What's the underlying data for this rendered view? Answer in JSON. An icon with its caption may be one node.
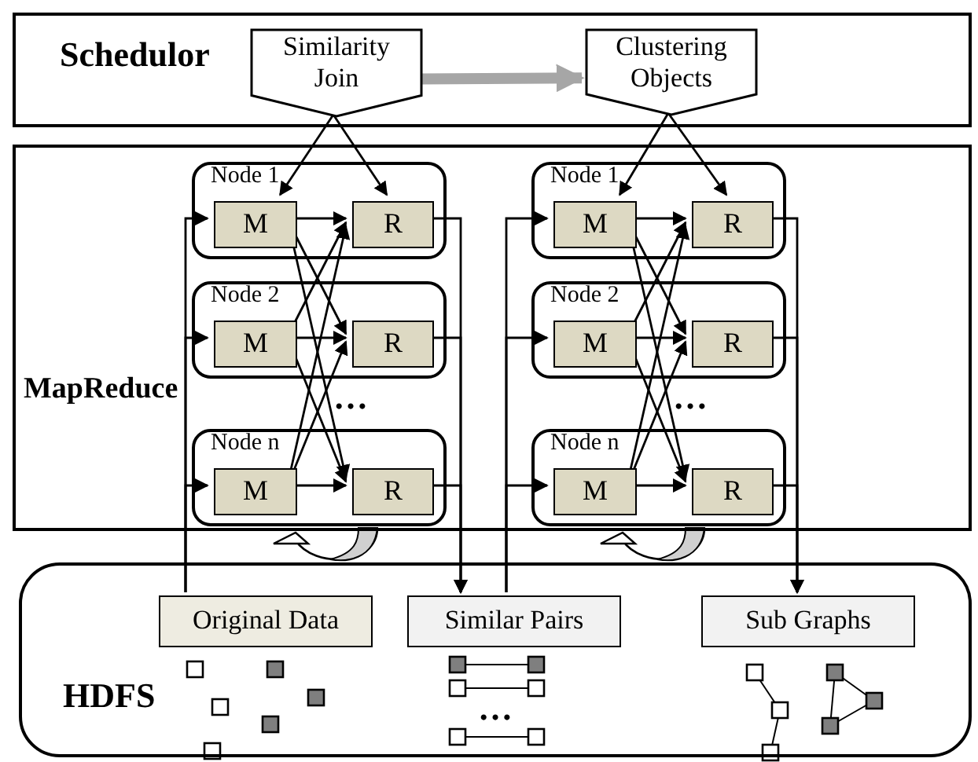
{
  "diagram": {
    "nodes": [
      {
        "text": [
          "Schedulor"
        ]
      },
      {
        "text": [
          "Similarity Join"
        ],
        "in": 0
      },
      {
        "text": [
          "Clustering Objects"
        ],
        "in": 0
      },
      {
        "text": [
          "MapReduce"
        ]
      },
      {
        "text": [
          "Node 1"
        ],
        "in": 3
      },
      {
        "text": [
          "M"
        ],
        "in": 4
      },
      {
        "text": [
          "R"
        ],
        "in": 4
      },
      {
        "text": [
          "Node 2"
        ],
        "in": 3
      },
      {
        "text": [
          "M"
        ],
        "in": 7
      },
      {
        "text": [
          "R"
        ],
        "in": 7
      },
      {
        "text": [
          "Node n"
        ],
        "in": 3
      },
      {
        "text": [
          "M"
        ],
        "in": 10
      },
      {
        "text": [
          "R"
        ],
        "in": 10
      },
      {
        "text": [
          "Node 1"
        ],
        "in": 3
      },
      {
        "text": [
          "M"
        ],
        "in": 13
      },
      {
        "text": [
          "R"
        ],
        "in": 13
      },
      {
        "text": [
          "Node 2"
        ],
        "in": 3
      },
      {
        "text": [
          "M"
        ],
        "in": 16
      },
      {
        "text": [
          "R"
        ],
        "in": 16
      },
      {
        "text": [
          "Node n"
        ],
        "in": 3
      },
      {
        "text": [
          "M"
        ],
        "in": 19
      },
      {
        "text": [
          "R"
        ],
        "in": 19
      },
      {
        "text": [
          "HDFS"
        ]
      },
      {
        "text": [
          "Original Data"
        ],
        "in": 22
      },
      {
        "text": [
          "Similar Pairs"
        ],
        "in": 22
      },
      {
        "text": [
          "Sub Graphs"
        ],
        "in": 22
      }
    ],
    "edges": [
      {
        "from": 1,
        "to": 5,
        "arrow": "to"
      },
      {
        "from": 1,
        "to": 6,
        "arrow": "to"
      },
      {
        "from": 1,
        "to": 2,
        "arrow": "to",
        "style": "thick",
        "color": "#a6a6a6"
      },
      {
        "from": 2,
        "to": 14,
        "arrow": "to"
      },
      {
        "from": 2,
        "to": 15,
        "arrow": "to"
      },
      {
        "from": 5,
        "to": 6,
        "arrow": "to"
      },
      {
        "from": 5,
        "to": 9,
        "arrow": "to"
      },
      {
        "from": 5,
        "to": 12,
        "arrow": "to"
      },
      {
        "from": 8,
        "to": 6,
        "arrow": "to"
      },
      {
        "from": 8,
        "to": 9,
        "arrow": "to"
      },
      {
        "from": 8,
        "to": 12,
        "arrow": "to"
      },
      {
        "from": 11,
        "to": 6,
        "arrow": "to"
      },
      {
        "from": 11,
        "to": 9,
        "arrow": "to"
      },
      {
        "from": 11,
        "to": 12,
        "arrow": "to"
      },
      {
        "from": 14,
        "to": 15,
        "arrow": "to"
      },
      {
        "from": 14,
        "to": 18,
        "arrow": "to"
      },
      {
        "from": 14,
        "to": 21,
        "arrow": "to"
      },
      {
        "from": 17,
        "to": 15,
        "arrow": "to"
      },
      {
        "from": 17,
        "to": 18,
        "arrow": "to"
      },
      {
        "from": 17,
        "to": 21,
        "arrow": "to"
      },
      {
        "from": 20,
        "to": 15,
        "arrow": "to"
      },
      {
        "from": 20,
        "to": 18,
        "arrow": "to"
      },
      {
        "from": 20,
        "to": 21,
        "arrow": "to"
      },
      {
        "from": 23,
        "to": 5,
        "arrow": "to"
      },
      {
        "from": 23,
        "to": 8,
        "arrow": "to"
      },
      {
        "from": 23,
        "to": 11,
        "arrow": "to"
      },
      {
        "from": 6,
        "to": 24,
        "arrow": "to"
      },
      {
        "from": 9,
        "to": 24,
        "arrow": "to"
      },
      {
        "from": 12,
        "to": 24,
        "arrow": "to"
      },
      {
        "from": 24,
        "to": 14,
        "arrow": "to"
      },
      {
        "from": 24,
        "to": 17,
        "arrow": "to"
      },
      {
        "from": 24,
        "to": 20,
        "arrow": "to"
      },
      {
        "from": 15,
        "to": 25,
        "arrow": "to"
      },
      {
        "from": 18,
        "to": 25,
        "arrow": "to"
      },
      {
        "from": 21,
        "to": 25,
        "arrow": "to"
      }
    ],
    "labels": [
      "…",
      "…",
      "…"
    ]
  }
}
